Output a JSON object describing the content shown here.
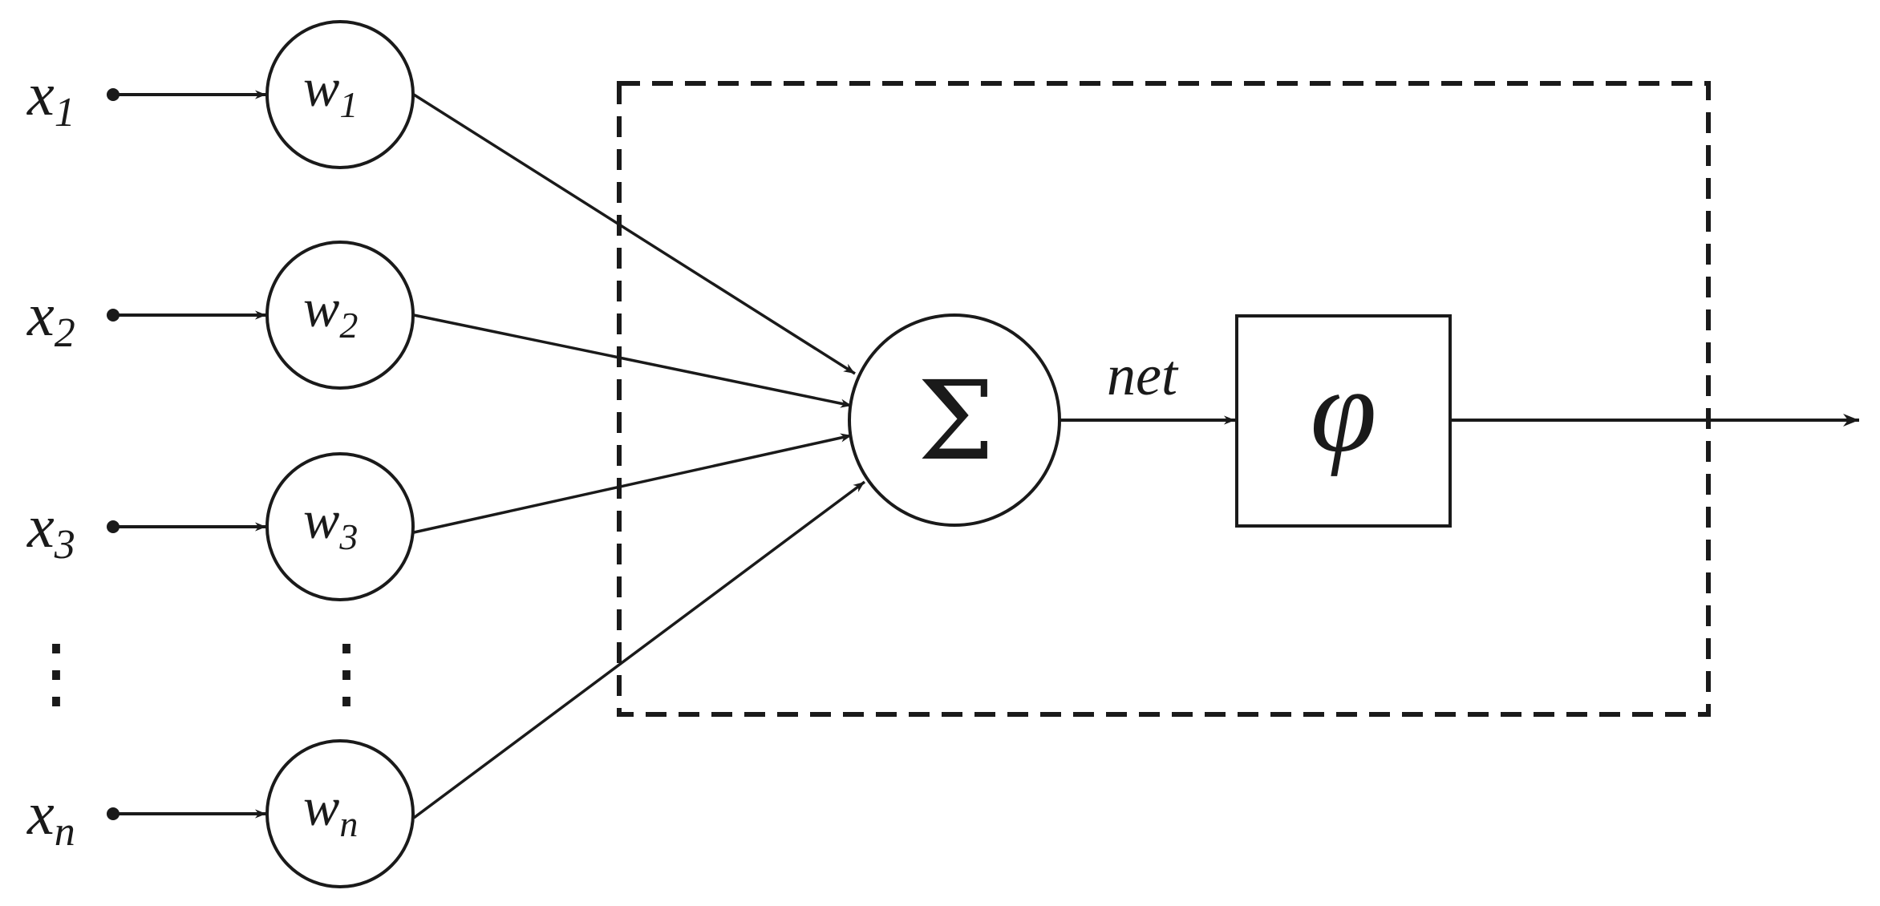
{
  "inputs": [
    {
      "var": "x",
      "sub": "1",
      "weight_var": "w",
      "weight_sub": "1"
    },
    {
      "var": "x",
      "sub": "2",
      "weight_var": "w",
      "weight_sub": "2"
    },
    {
      "var": "x",
      "sub": "3",
      "weight_var": "w",
      "weight_sub": "3"
    },
    {
      "var": "x",
      "sub": "n",
      "weight_var": "w",
      "weight_sub": "n"
    }
  ],
  "ellipsis": "⋮",
  "summation_symbol": "Σ",
  "net_label": "net",
  "activation_symbol": "φ",
  "colors": {
    "ink": "#1a1a1a",
    "background": "#ffffff"
  }
}
